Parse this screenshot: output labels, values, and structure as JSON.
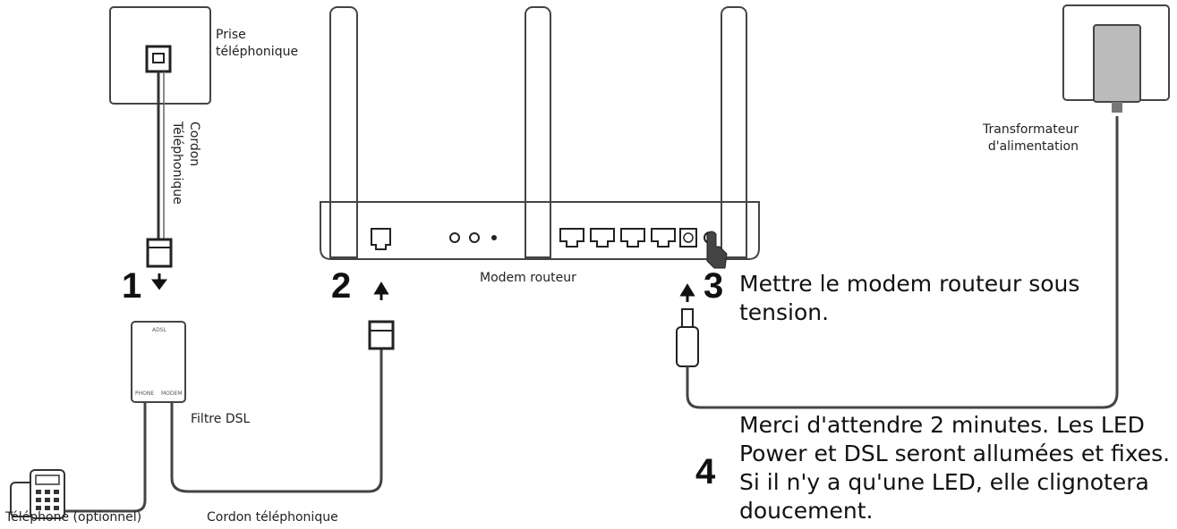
{
  "labels": {
    "wall_socket": "Prise\ntéléphonique",
    "phone_cord_vertical": "Cordon\nTéléphonique",
    "power_adapter": "Transformateur\nd'alimentation",
    "modem_router": "Modem routeur",
    "dsl_filter": "Filtre DSL",
    "telephone": "Téléphone (optionnel)",
    "phone_cord_bottom": "Cordon téléphonique",
    "filter_port_top": "ADSL",
    "filter_port_phone": "PHONE",
    "filter_port_modem": "MODEM"
  },
  "steps": [
    {
      "number": "1",
      "text": ""
    },
    {
      "number": "2",
      "text": ""
    },
    {
      "number": "3",
      "text": "Mettre le modem routeur sous\ntension."
    },
    {
      "number": "4",
      "text": "Merci d'attendre 2 minutes. Les LED\nPower et DSL seront allumées et fixes.\nSi il n'y a qu'une LED, elle clignotera\ndoucement."
    }
  ]
}
